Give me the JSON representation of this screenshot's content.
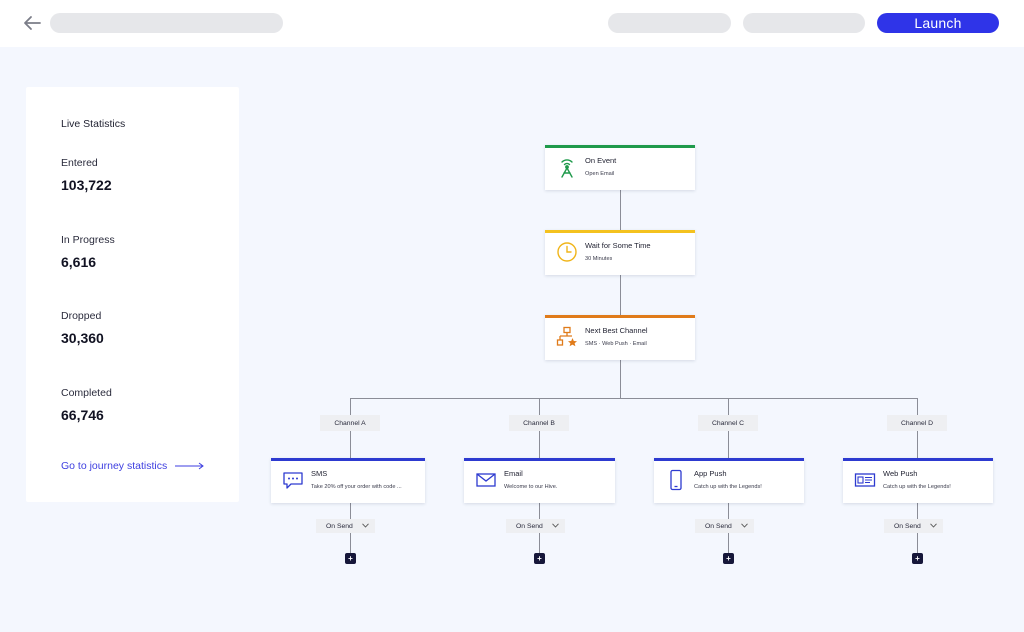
{
  "header": {
    "back_label": "Back",
    "launch_label": "Launch"
  },
  "colors": {
    "accent": "#2f34e8",
    "event": "#1f9a4b",
    "wait": "#f4c21f",
    "channel": "#e07b1a",
    "message": "#2d3ad0"
  },
  "stats": {
    "title": "Live Statistics",
    "items": [
      {
        "label": "Entered",
        "value": "103,722"
      },
      {
        "label": "In Progress",
        "value": "6,616"
      },
      {
        "label": "Dropped",
        "value": "30,360"
      },
      {
        "label": "Completed",
        "value": "66,746"
      }
    ],
    "link_label": "Go to journey statistics"
  },
  "flow": {
    "steps": [
      {
        "title": "On Event",
        "subtitle": "Open Email",
        "icon": "antenna-icon"
      },
      {
        "title": "Wait for Some Time",
        "subtitle": "30 Minutes",
        "icon": "clock-icon"
      },
      {
        "title": "Next Best Channel",
        "subtitle": "SMS · Web Push · Email",
        "icon": "hierarchy-star-icon"
      }
    ],
    "channels": [
      {
        "tag": "Channel A",
        "title": "SMS",
        "subtitle": "Take 20% off your order with code ...",
        "icon": "sms-icon",
        "trigger": "On Send"
      },
      {
        "tag": "Channel B",
        "title": "Email",
        "subtitle": "Welcome to our Hive.",
        "icon": "envelope-icon",
        "trigger": "On Send"
      },
      {
        "tag": "Channel C",
        "title": "App Push",
        "subtitle": "Catch up with the Legends!",
        "icon": "smartphone-icon",
        "trigger": "On Send"
      },
      {
        "tag": "Channel D",
        "title": "Web Push",
        "subtitle": "Catch up with the Legends!",
        "icon": "web-window-icon",
        "trigger": "On Send"
      }
    ],
    "add_label": "+"
  }
}
